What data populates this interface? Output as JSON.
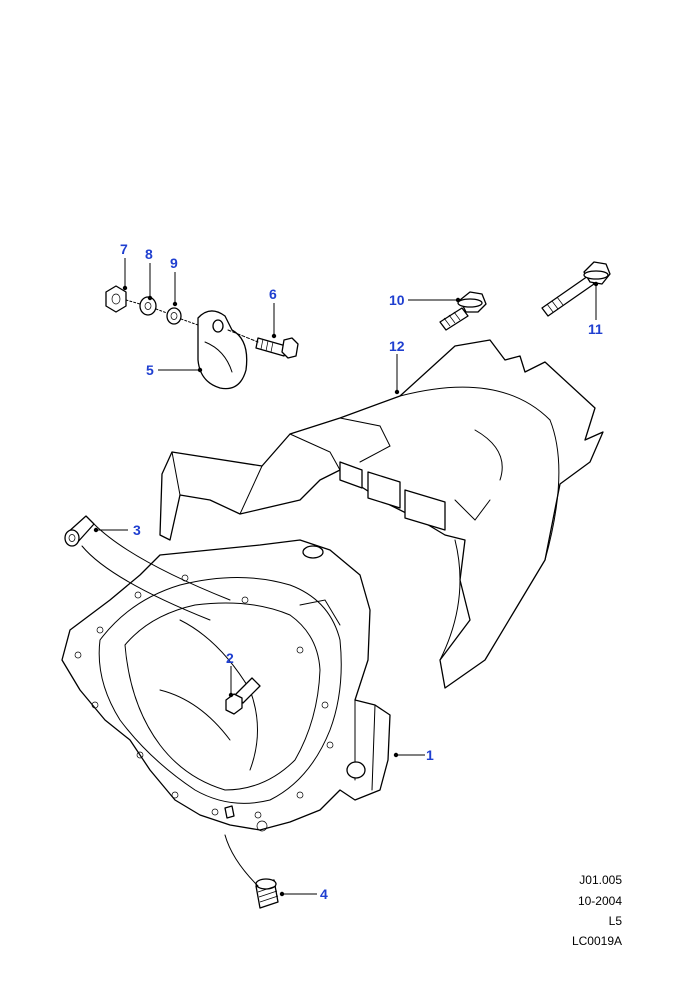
{
  "callouts": [
    {
      "id": "1",
      "label": "1"
    },
    {
      "id": "2",
      "label": "2"
    },
    {
      "id": "3",
      "label": "3"
    },
    {
      "id": "4",
      "label": "4"
    },
    {
      "id": "5",
      "label": "5"
    },
    {
      "id": "6",
      "label": "6"
    },
    {
      "id": "7",
      "label": "7"
    },
    {
      "id": "8",
      "label": "8"
    },
    {
      "id": "9",
      "label": "9"
    },
    {
      "id": "10",
      "label": "10"
    },
    {
      "id": "11",
      "label": "11"
    },
    {
      "id": "12",
      "label": "12"
    }
  ],
  "reference": {
    "code": "J01.005",
    "date": "10-2004",
    "variant": "L5",
    "drawing_id": "LC0019A"
  },
  "colors": {
    "callout": "#1f3fd0",
    "line": "#000000",
    "background": "#ffffff"
  }
}
